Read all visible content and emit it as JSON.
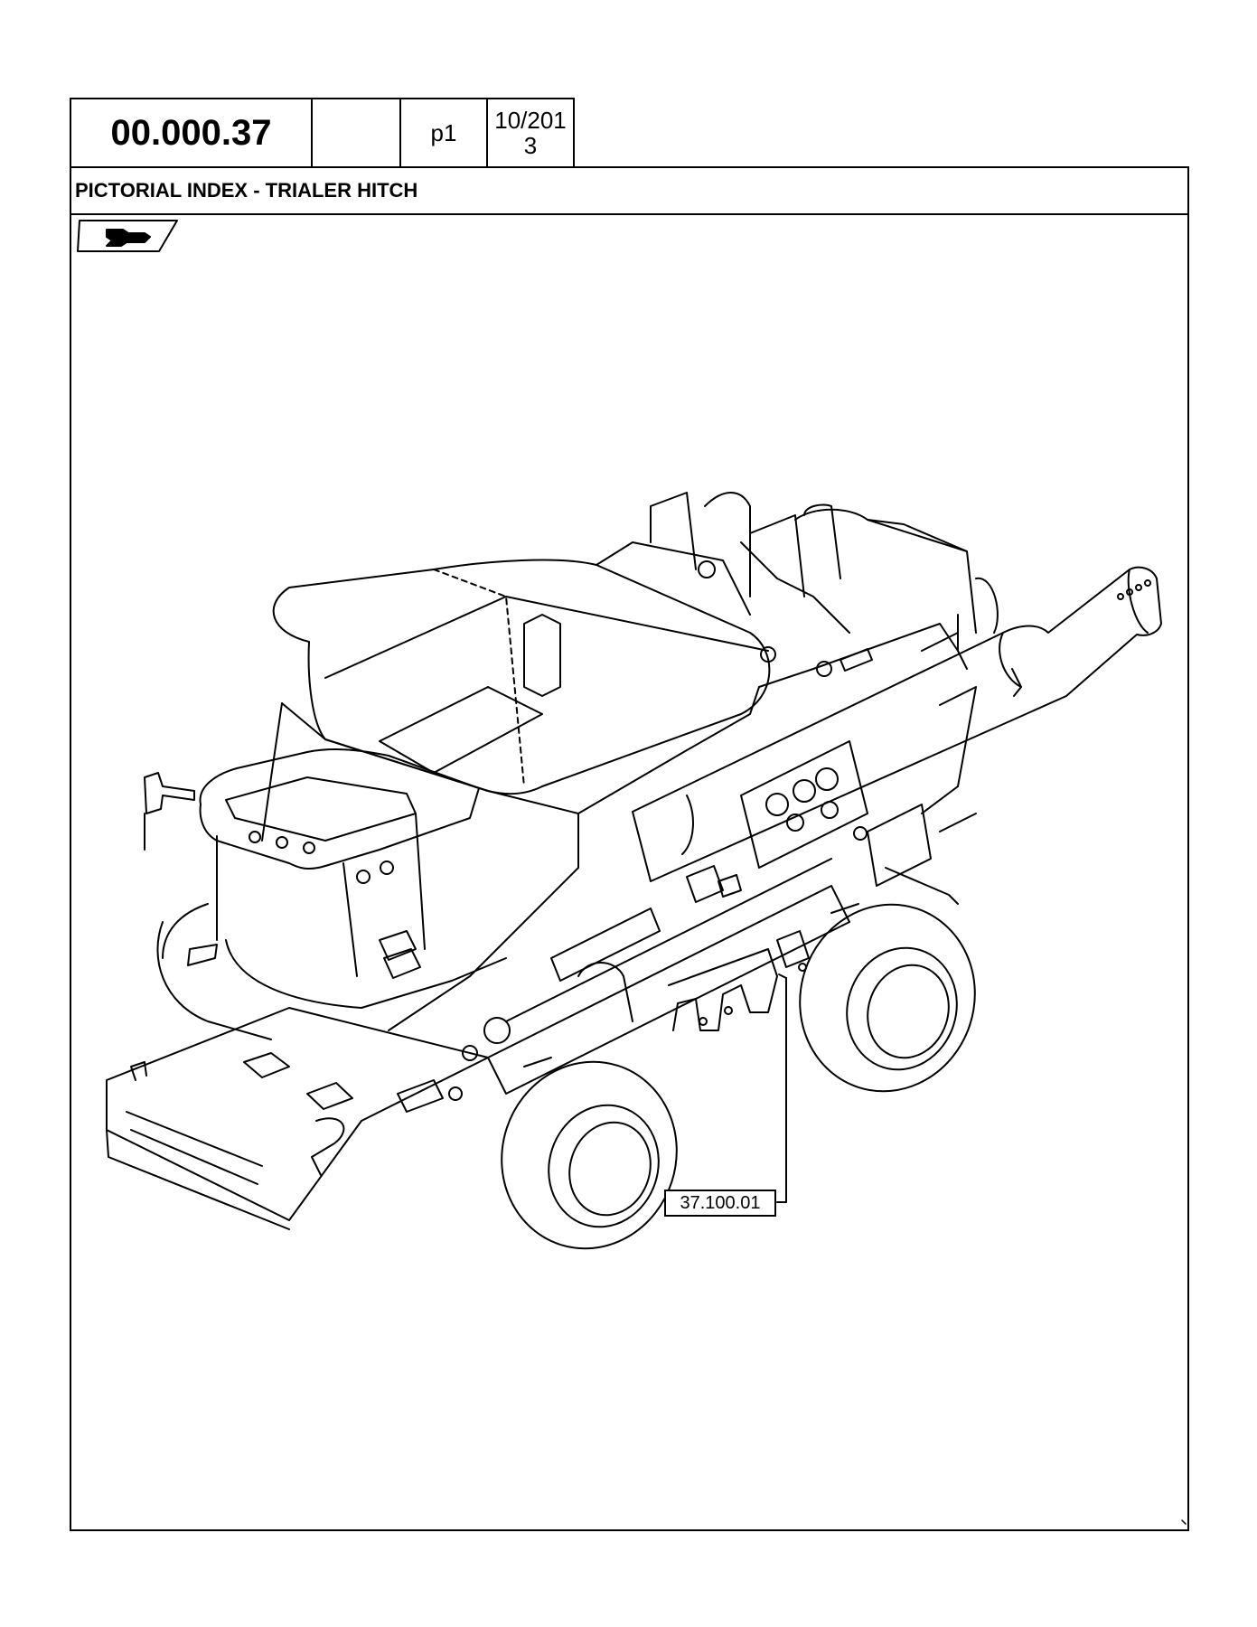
{
  "header": {
    "doc_number": "00.000.37",
    "blank_cell": "",
    "page": "p1",
    "date_line1": "10/201",
    "date_line2": "3"
  },
  "title": "PICTORIAL INDEX - TRIALER HITCH",
  "icons": {
    "nav_tab": "hand-pointer-icon"
  },
  "illustration": {
    "callout_label": "37.100.01"
  }
}
